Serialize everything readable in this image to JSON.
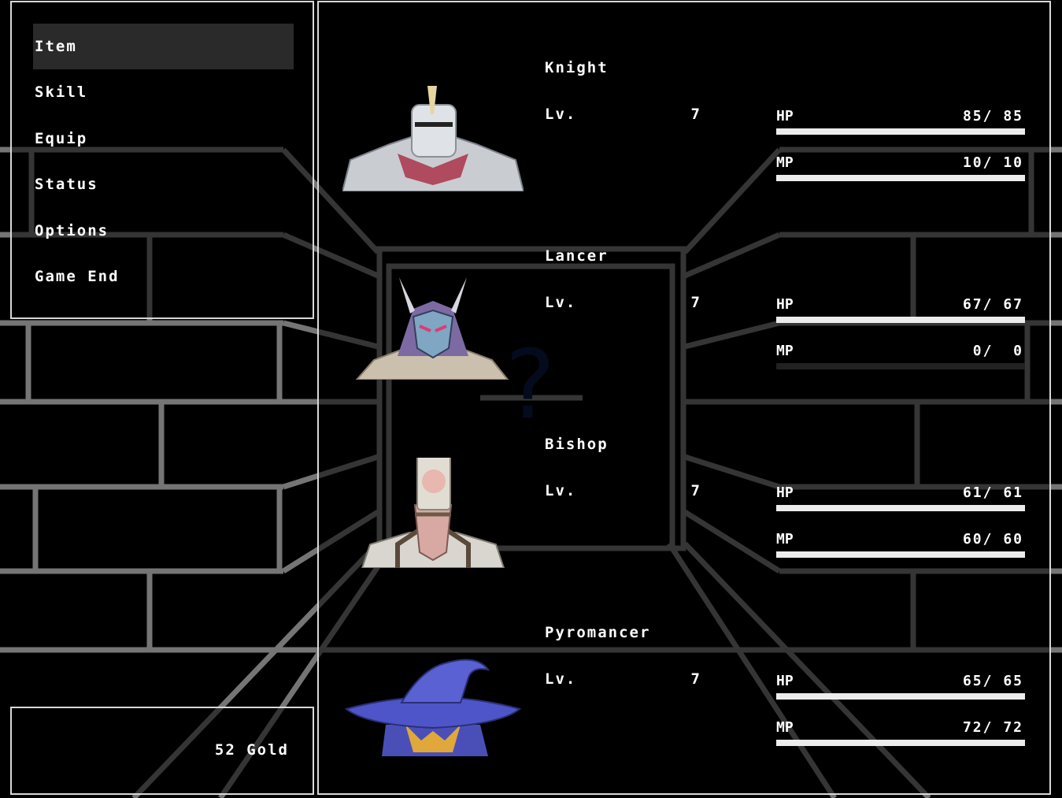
{
  "menu": {
    "items": [
      {
        "label": "Item",
        "selected": true
      },
      {
        "label": "Skill",
        "selected": false
      },
      {
        "label": "Equip",
        "selected": false
      },
      {
        "label": "Status",
        "selected": false
      },
      {
        "label": "Options",
        "selected": false
      },
      {
        "label": "Game End",
        "selected": false
      }
    ]
  },
  "gold": {
    "text": "52 Gold"
  },
  "party": [
    {
      "name": "Knight",
      "lv_label": "Lv.",
      "level": "7",
      "hp_label": "HP",
      "hp_text": "85/ 85",
      "hp_fraction": 1.0,
      "mp_label": "MP",
      "mp_text": "10/ 10",
      "mp_fraction": 1.0,
      "portrait_icon": "knight-portrait-icon"
    },
    {
      "name": "Lancer",
      "lv_label": "Lv.",
      "level": "7",
      "hp_label": "HP",
      "hp_text": "67/ 67",
      "hp_fraction": 1.0,
      "mp_label": "MP",
      "mp_text": " 0/  0",
      "mp_fraction": 0.0,
      "portrait_icon": "lancer-portrait-icon"
    },
    {
      "name": "Bishop",
      "lv_label": "Lv.",
      "level": "7",
      "hp_label": "HP",
      "hp_text": "61/ 61",
      "hp_fraction": 1.0,
      "mp_label": "MP",
      "mp_text": "60/ 60",
      "mp_fraction": 1.0,
      "portrait_icon": "bishop-portrait-icon"
    },
    {
      "name": "Pyromancer",
      "lv_label": "Lv.",
      "level": "7",
      "hp_label": "HP",
      "hp_text": "65/ 65",
      "hp_fraction": 1.0,
      "mp_label": "MP",
      "mp_text": "72/ 72",
      "mp_fraction": 1.0,
      "portrait_icon": "pyromancer-portrait-icon"
    }
  ],
  "colors": {
    "gauge_fill": "#ececec",
    "window_border": "#d8d8d8",
    "selection": "#2a2a2a"
  }
}
